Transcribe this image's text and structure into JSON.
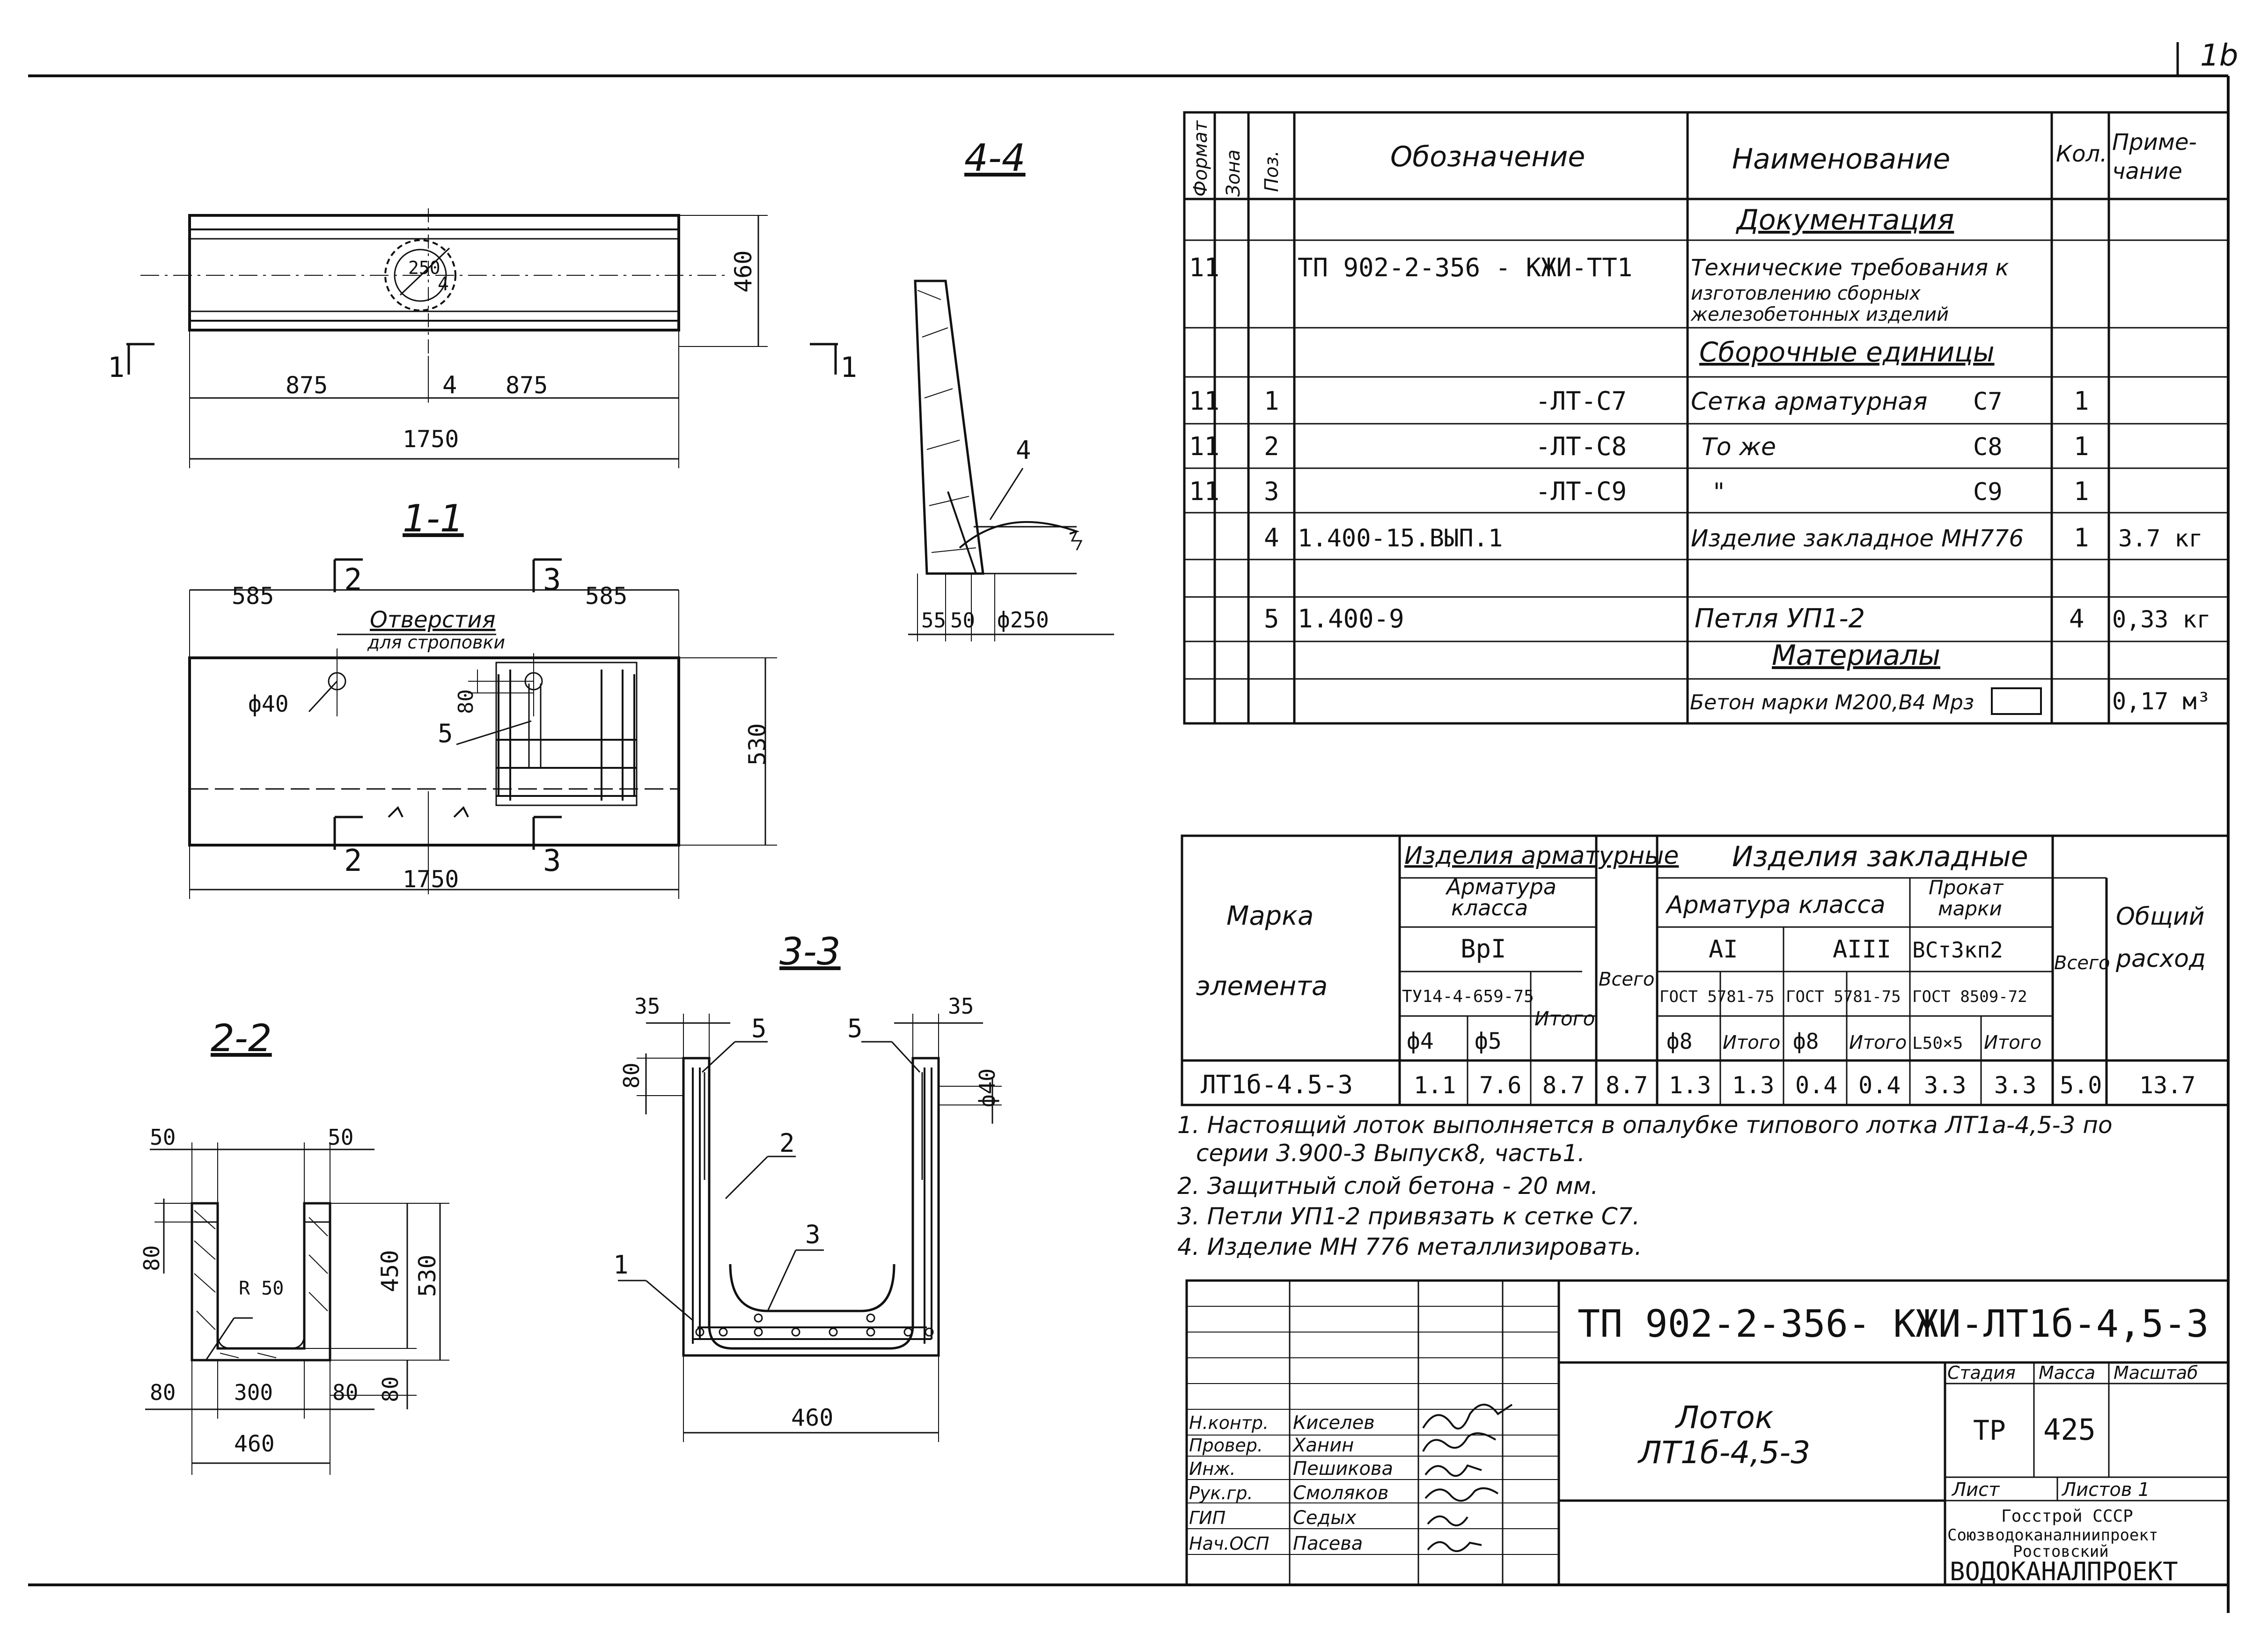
{
  "sheet_number": "1b",
  "spec_table": {
    "headers": {
      "format": "Формат",
      "zone": "Зона",
      "pos": "Поз.",
      "designation": "Обозначение",
      "name": "Наименование",
      "qty": "Кол.",
      "note": "Приме-\nчание"
    },
    "rows": [
      {
        "section": "Документация"
      },
      {
        "format": "11",
        "pos": "",
        "designation": "ТП 902-2-356 -      КЖИ-ТТ1",
        "name": "Технические требования к\nизготовлению сборных\nжелезобетонных изделий",
        "qty": "",
        "note": ""
      },
      {
        "section": "Сборочные единицы"
      },
      {
        "format": "11",
        "pos": "1",
        "designation": "-ЛТ-С7",
        "name": "Сетка арматурная",
        "name_code": "С7",
        "qty": "1",
        "note": ""
      },
      {
        "format": "11",
        "pos": "2",
        "designation": "-ЛТ-С8",
        "name": "То же",
        "name_code": "С8",
        "qty": "1",
        "note": ""
      },
      {
        "format": "11",
        "pos": "3",
        "designation": "-ЛТ-С9",
        "name": "\"",
        "name_code": "С9",
        "qty": "1",
        "note": ""
      },
      {
        "format": "",
        "pos": "4",
        "designation": "1.400-15.ВЫП.1",
        "name": "Изделие закладное  МН776",
        "qty": "1",
        "note": "3.7 кг"
      },
      {
        "format": "",
        "pos": "",
        "designation": "",
        "name": "",
        "qty": "",
        "note": ""
      },
      {
        "format": "",
        "pos": "5",
        "designation": "1.400-9",
        "name": "Петля  УП1-2",
        "qty": "4",
        "note": "0,33 кг"
      },
      {
        "section": "Материалы"
      },
      {
        "format": "",
        "pos": "",
        "designation": "",
        "name": "Бетон марки М200,В4 Мрз",
        "qty": "",
        "note": "0,17 м³"
      }
    ]
  },
  "steel_table": {
    "mark_header": "Марка\n\nэлемента",
    "reinf_group": "Изделия арматурные",
    "reinf_class": "Арматура\nкласса",
    "reinf_grade": "ВрI",
    "reinf_gost": "ТУ14-4-659-75",
    "reinf_d4": "ф4",
    "reinf_d5": "ф5",
    "itogo": "Итого",
    "vsego": "Всего",
    "emb_group": "Изделия   закладные",
    "emb_class": "Арматура класса",
    "emb_a1": "АI",
    "emb_a3": "АIII",
    "emb_gost1": "ГОСТ 5781-75",
    "emb_gost2": "ГОСТ 5781-75",
    "emb_d8a": "ф8",
    "emb_d8b": "ф8",
    "rolled": "Прокат\nмарки",
    "rolled_grade": "ВСт3кп2",
    "rolled_gost": "ГОСТ 8509-72",
    "rolled_size": "L50×5",
    "total_header": "Общий\nрасход",
    "row": {
      "mark": "ЛТ1б-4.5-3",
      "d4": "1.1",
      "d5": "7.6",
      "itogo1": "8.7",
      "vsego1": "8.7",
      "a1": "1.3",
      "a1_itogo": "1.3",
      "a3": "0.4",
      "a3_itogo": "0.4",
      "rolled": "3.3",
      "rolled_itogo": "3.3",
      "vsego2": "5.0",
      "total": "13.7"
    }
  },
  "notes": [
    "1. Настоящий лоток выполняется в опалубке типового лотка ЛТ1а-4,5-3 по",
    "серии 3.900-3  Выпуск8, часть1.",
    "2. Защитный слой бетона - 20 мм.",
    "3. Петли УП1-2 привязать к сетке С7.",
    "4. Изделие МН 776 металлизировать."
  ],
  "title_block": {
    "code": "ТП 902-2-356-   КЖИ-ЛТ1б-4,5-3",
    "name_line1": "Лоток",
    "name_line2": "ЛТ1б-4,5-3",
    "stage_label": "Стадия",
    "mass_label": "Масса",
    "scale_label": "Масштаб",
    "stage": "ТР",
    "mass": "425",
    "sheet_label": "Лист",
    "sheets_label": "Листов 1",
    "org1": "Госстрой СССР",
    "org2": "Союзводоканалниипроект",
    "org3": "Ростовский",
    "org4": "ВОДОКАНАЛПРОЕКТ",
    "signatures": [
      {
        "role": "Н.контр.",
        "name": "Киселев"
      },
      {
        "role": "Провер.",
        "name": "Ханин"
      },
      {
        "role": "Инж.",
        "name": "Пешикова"
      },
      {
        "role": "Рук.гр.",
        "name": "Смоляков"
      },
      {
        "role": "ГИП",
        "name": "Седых"
      },
      {
        "role": "Нач.ОСП",
        "name": "Пасева"
      }
    ]
  },
  "drawings": {
    "section_44": "4-4",
    "section_11": "1-1",
    "section_22": "2-2",
    "section_33": "3-3",
    "plan": {
      "d460": "460",
      "d875a": "875",
      "d875b": "875",
      "d1750": "1750",
      "d250": "250",
      "d4": "4",
      "cut1a": "1",
      "cut1b": "1",
      "pos4": "4"
    },
    "s11": {
      "d585a": "585",
      "d585b": "585",
      "holes": "Отверстия",
      "holes2": "для строповки",
      "d40": "ф40",
      "d80": "80",
      "d530": "530",
      "d1750": "1750",
      "pos5": "5",
      "cut2a": "2",
      "cut2b": "2",
      "cut3a": "3",
      "cut3b": "3"
    },
    "s44": {
      "pos4": "4",
      "d55": "55",
      "d50": "50",
      "d250": "ф250"
    },
    "s22": {
      "d50a": "50",
      "d50b": "50",
      "d80a": "80",
      "d450": "450",
      "d530": "530",
      "d80b": "80",
      "r50": "R 50",
      "d80c": "80",
      "d300": "300",
      "d80d": "80",
      "d460": "460"
    },
    "s33": {
      "d35a": "35",
      "d35b": "35",
      "pos5a": "5",
      "pos5b": "5",
      "d80": "80",
      "d40": "ф40",
      "pos2": "2",
      "pos3": "3",
      "pos1": "1",
      "d460": "460"
    }
  }
}
